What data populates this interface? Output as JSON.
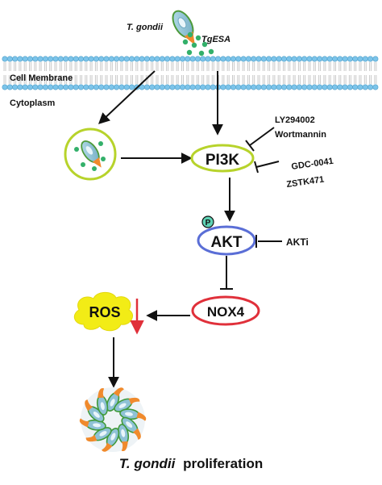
{
  "organism": "T. gondii",
  "secreted_antigens": "TgESA",
  "cell_membrane_label": "Cell Membrane",
  "cytoplasm_label": "Cytoplasm",
  "inhibitors_pi3k_top": [
    "LY294002",
    "Wortmannin"
  ],
  "inhibitors_pi3k_side": [
    "GDC-0041",
    "ZSTK471"
  ],
  "inhibitor_akt": "AKTi",
  "nodes": {
    "pi3k": "PI3K",
    "akt": "AKT",
    "nox4": "NOX4",
    "ros": "ROS",
    "phospho": "P"
  },
  "outcome": {
    "organism": "T. gondii",
    "word": "proliferation"
  },
  "colors": {
    "pi3k_border": "#b7d32b",
    "akt_border": "#5a6ed6",
    "nox4_border": "#e0303a",
    "ros_fill": "#f2ec16",
    "membrane_head": "#7cc4ea",
    "phospho_fill": "#5fd3b5",
    "parasite_body": "#8fc2d6",
    "parasite_tip": "#f08a2c",
    "antigen_dot": "#33b06a",
    "decrease_arrow": "#e0303a"
  }
}
